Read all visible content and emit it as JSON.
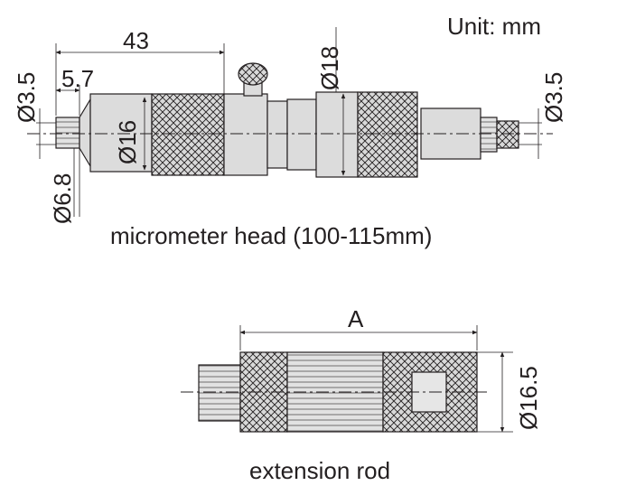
{
  "unit_label": "Unit: mm",
  "micrometer_head": {
    "caption": "micrometer head (100-115mm)",
    "dims": {
      "length_43": "43",
      "length_5_7": "5.7",
      "dia_3_5_left": "Ø3.5",
      "dia_6_8": "Ø6.8",
      "dia_16": "Ø16",
      "dia_18": "Ø18",
      "dia_3_5_right": "Ø3.5"
    }
  },
  "extension_rod": {
    "caption": "extension rod",
    "dims": {
      "length_a": "A",
      "dia_16_5": "Ø16.5"
    }
  }
}
